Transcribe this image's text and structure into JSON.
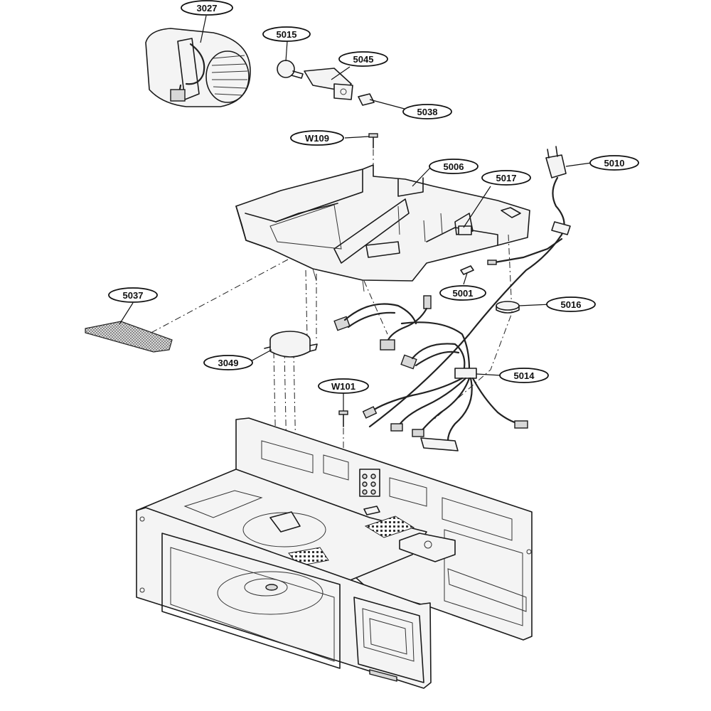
{
  "callouts": {
    "c3027": "3027",
    "c5015": "5015",
    "c5045": "5045",
    "c5038": "5038",
    "cW109": "W109",
    "c5006": "5006",
    "c5017": "5017",
    "c5010": "5010",
    "c5037": "5037",
    "c5001": "5001",
    "c5016": "5016",
    "c3049": "3049",
    "c5014": "5014",
    "cW101": "W101"
  }
}
